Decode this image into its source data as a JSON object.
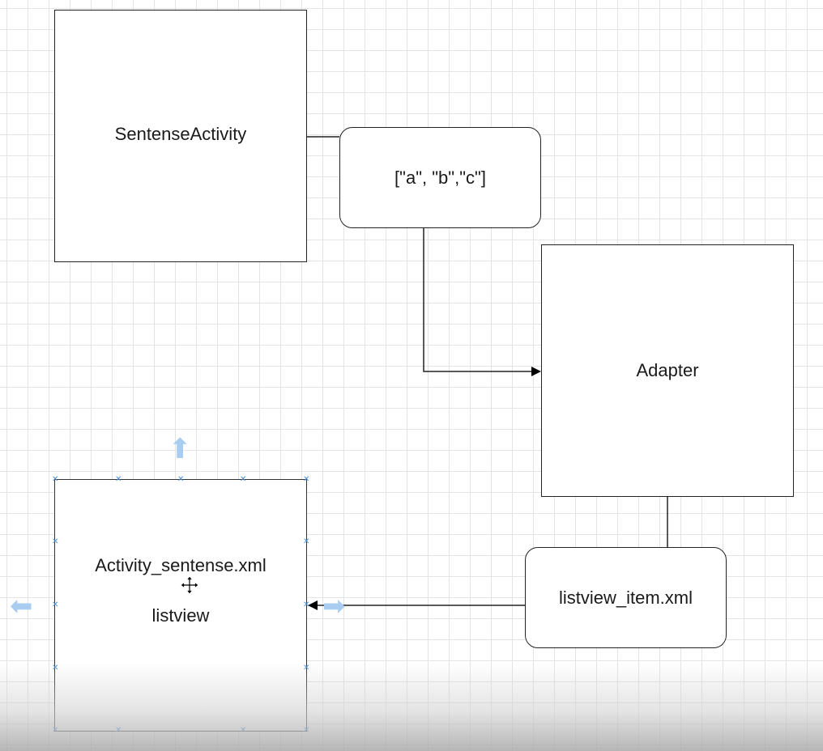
{
  "diagram": {
    "nodes": {
      "sentense_activity": {
        "label": "SentenseActivity"
      },
      "array": {
        "label": "[\"a\", \"b\",\"c\"]"
      },
      "adapter": {
        "label": "Adapter"
      },
      "listview_item": {
        "label": "listview_item.xml"
      },
      "activity_xml": {
        "label": "Activity_sentense.xml",
        "sublabel": "listview",
        "selected": true
      }
    },
    "edges": [
      {
        "from": "sentense_activity",
        "to": "array",
        "arrow": false
      },
      {
        "from": "array",
        "to": "adapter",
        "arrow": true
      },
      {
        "from": "adapter",
        "to": "listview_item",
        "arrow": false
      },
      {
        "from": "listview_item",
        "to": "activity_xml",
        "arrow": true
      }
    ],
    "colors": {
      "stroke": "#222222",
      "grid": "#e4e4e4",
      "selection": "#4a90d9",
      "hint": "#a9cdf0"
    },
    "icons": {
      "cursor": "move-cursor-icon",
      "handles": "resize-handle-icon",
      "hints": "connect-arrow-icon"
    }
  }
}
